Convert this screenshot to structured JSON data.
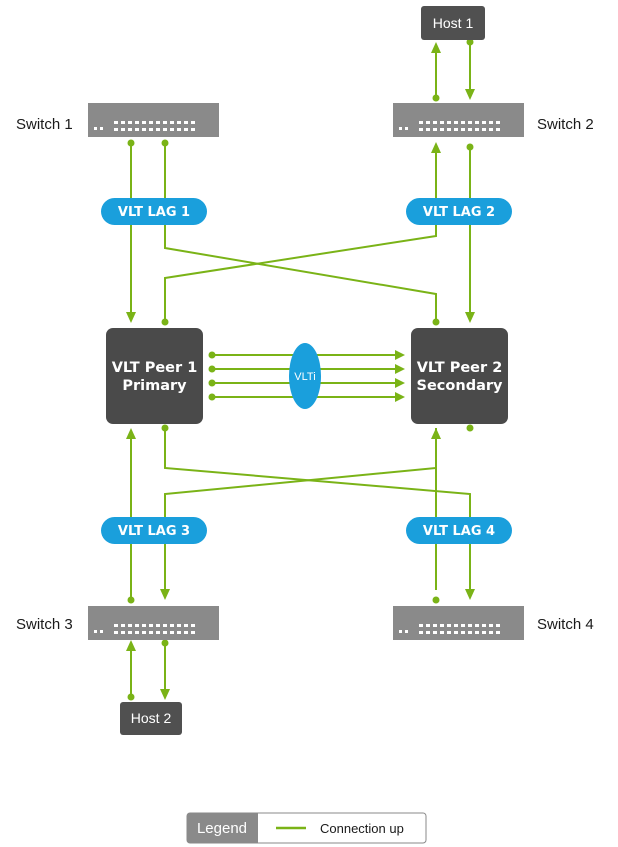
{
  "colors": {
    "link": "#7ab317",
    "switch_body": "#8a8a8a",
    "peer_body": "#4a4a4a",
    "host_body": "#505050",
    "lag_pill": "#1a9fdc",
    "legend_title_bg": "#8a8a8a"
  },
  "switches": [
    {
      "id": "switch1",
      "label": "Switch 1"
    },
    {
      "id": "switch2",
      "label": "Switch 2"
    },
    {
      "id": "switch3",
      "label": "Switch 3"
    },
    {
      "id": "switch4",
      "label": "Switch 4"
    }
  ],
  "hosts": [
    {
      "id": "host1",
      "label": "Host 1"
    },
    {
      "id": "host2",
      "label": "Host 2"
    }
  ],
  "peers": [
    {
      "id": "peer1",
      "line1": "VLT Peer 1",
      "line2": "Primary"
    },
    {
      "id": "peer2",
      "line1": "VLT Peer 2",
      "line2": "Secondary"
    }
  ],
  "lags": [
    {
      "id": "lag1",
      "label": "VLT LAG 1"
    },
    {
      "id": "lag2",
      "label": "VLT LAG 2"
    },
    {
      "id": "lag3",
      "label": "VLT LAG 3"
    },
    {
      "id": "lag4",
      "label": "VLT LAG 4"
    }
  ],
  "vlti": {
    "label": "VLTi"
  },
  "legend": {
    "title": "Legend",
    "entries": [
      {
        "label": "Connection up",
        "icon": "green-line"
      }
    ]
  }
}
